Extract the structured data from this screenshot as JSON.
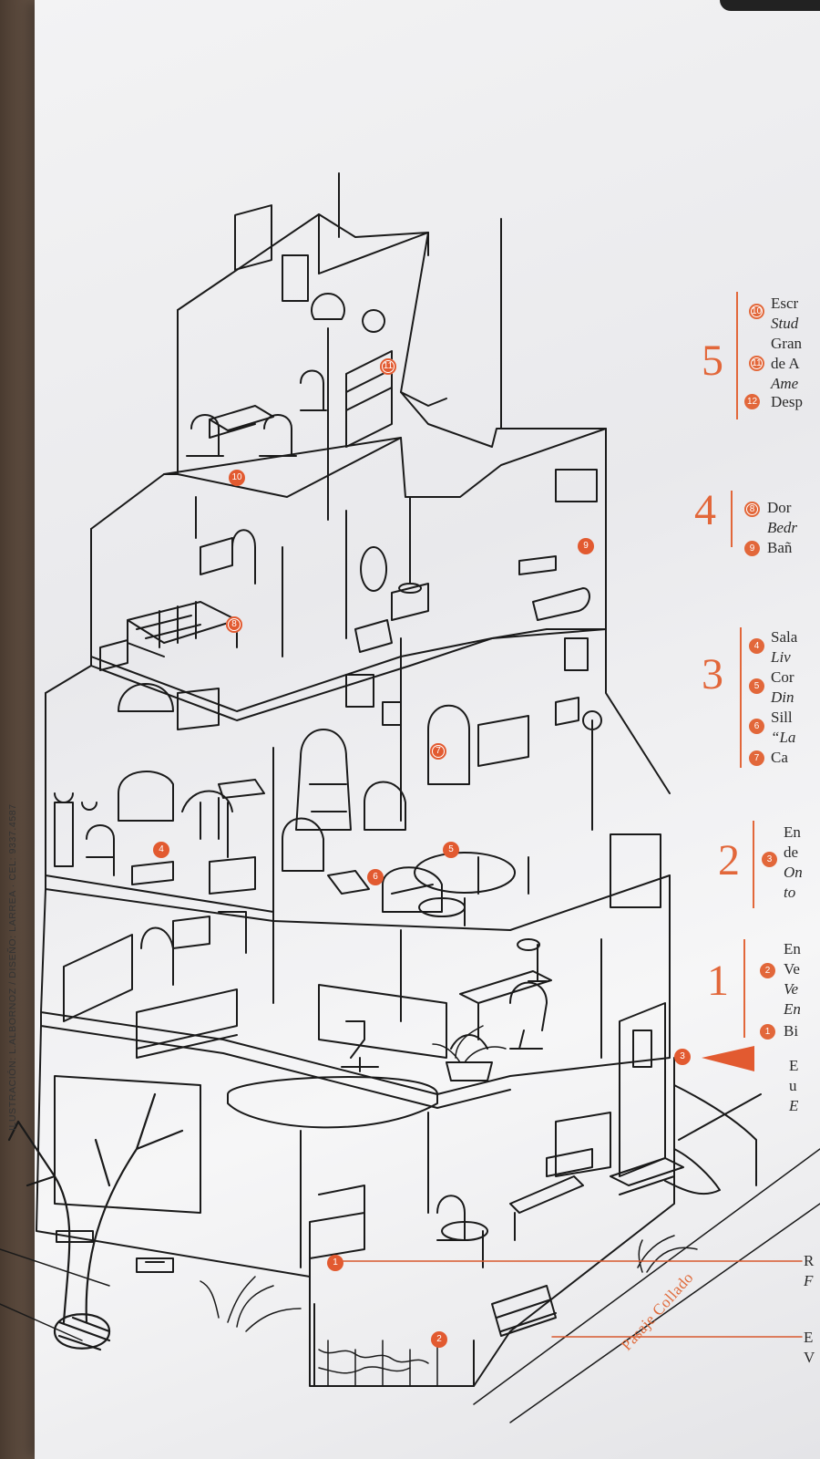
{
  "credit": "ILUSTRACIÓN: L.ALBORNOZ / DISEÑO: LARREA · CEL: 9337.4587",
  "street_label": "Pasaje Collado",
  "colors": {
    "accent": "#e2673a",
    "ink": "#1a1a1a",
    "paper": "#efeff1"
  },
  "markers": [
    "1",
    "2",
    "3",
    "4",
    "5",
    "6",
    "7",
    "8",
    "9",
    "10",
    "11"
  ],
  "legend": {
    "floor5": {
      "num": "5",
      "items": [
        {
          "badge": "10",
          "lines": [
            "Escr",
            "Stud"
          ]
        },
        {
          "badge": "11",
          "lines": [
            "Gran",
            "de A",
            "Ame"
          ]
        },
        {
          "badge": "12",
          "lines": [
            "Desp"
          ]
        }
      ]
    },
    "floor4": {
      "num": "4",
      "items": [
        {
          "badge": "8",
          "lines": [
            "Dor",
            "Bedr"
          ]
        },
        {
          "badge": "9",
          "lines": [
            "Bañ"
          ]
        }
      ]
    },
    "floor3": {
      "num": "3",
      "items": [
        {
          "badge": "4",
          "lines": [
            "Sala",
            "Liv"
          ]
        },
        {
          "badge": "5",
          "lines": [
            "Cor",
            "Din"
          ]
        },
        {
          "badge": "6",
          "lines": [
            "Sill",
            "“La"
          ]
        },
        {
          "badge": "7",
          "lines": [
            "Ca"
          ]
        }
      ]
    },
    "floor2": {
      "num": "2",
      "items": [
        {
          "badge": "3",
          "lines": [
            "En",
            "de",
            "On",
            "to"
          ]
        }
      ]
    },
    "floor1": {
      "num": "1",
      "items": [
        {
          "badge": "2",
          "lines": [
            "En",
            "Ve",
            "Ve",
            "En"
          ]
        },
        {
          "badge": "1",
          "lines": [
            "Bi"
          ]
        }
      ]
    },
    "entrance": {
      "lines": [
        "E",
        "u",
        "E"
      ]
    },
    "ground": [
      {
        "lines": [
          "R",
          "F"
        ]
      },
      {
        "lines": [
          "E",
          "V"
        ]
      }
    ]
  }
}
